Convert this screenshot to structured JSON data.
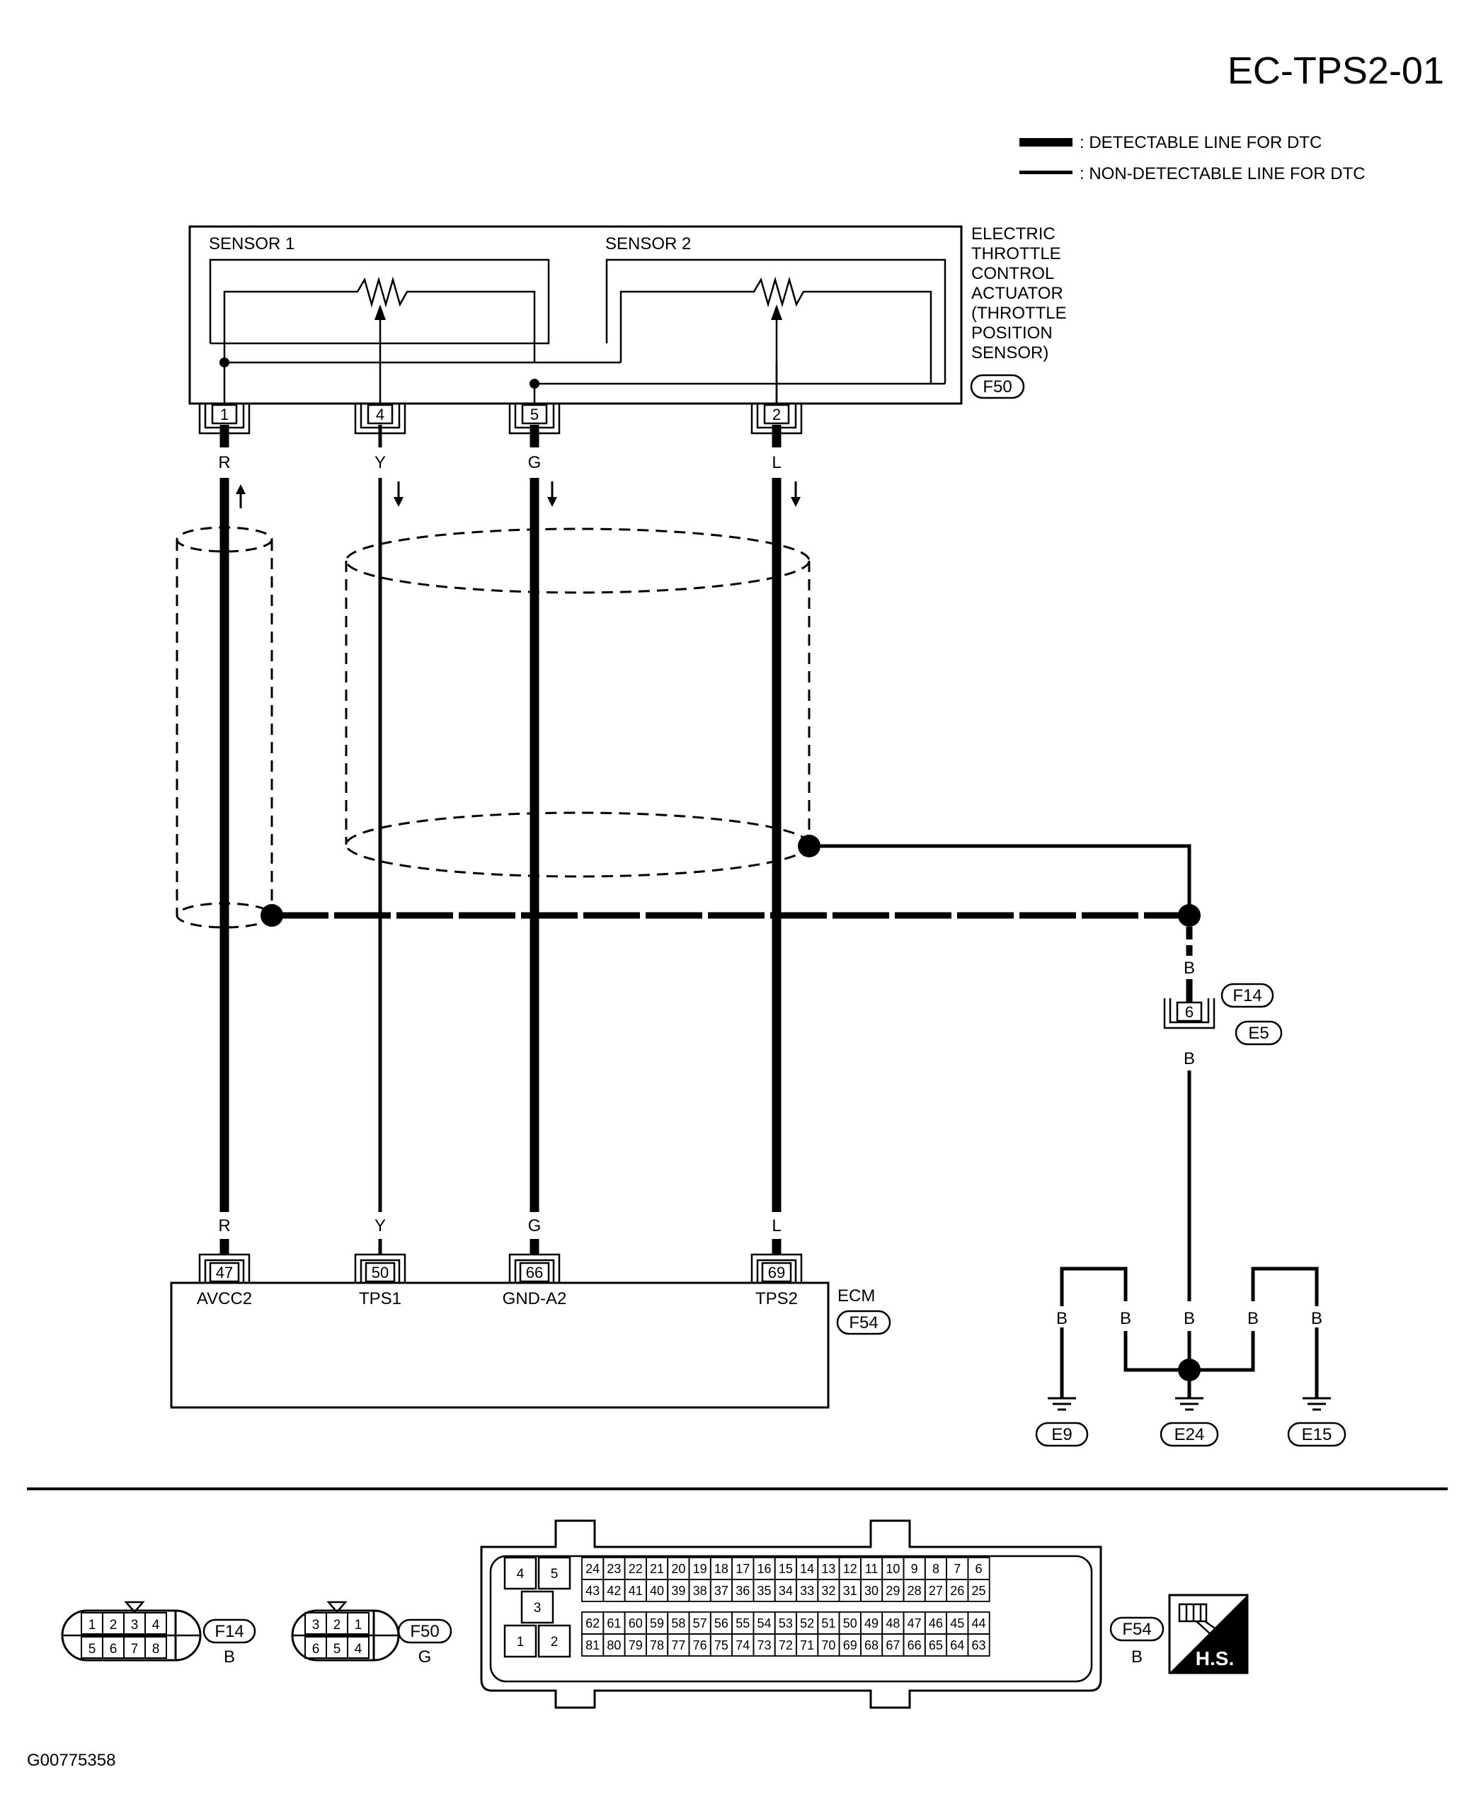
{
  "page_code": "EC-TPS2-01",
  "figure_id": "G00775358",
  "legend": {
    "detectable": ": DETECTABLE LINE FOR DTC",
    "non_detectable": ": NON-DETECTABLE LINE FOR DTC"
  },
  "actuator": {
    "name_lines": [
      "ELECTRIC",
      "THROTTLE",
      "CONTROL",
      "ACTUATOR",
      "(THROTTLE",
      "POSITION",
      "SENSOR)"
    ],
    "connector": "F50",
    "sensor1": "SENSOR 1",
    "sensor2": "SENSOR 2"
  },
  "wires": [
    {
      "pin_top": "1",
      "color": "R",
      "pin_ecm": "47",
      "signal": "AVCC2",
      "arrow": "up"
    },
    {
      "pin_top": "4",
      "color": "Y",
      "pin_ecm": "50",
      "signal": "TPS1",
      "arrow": "down"
    },
    {
      "pin_top": "5",
      "color": "G",
      "pin_ecm": "66",
      "signal": "GND-A2",
      "arrow": "down"
    },
    {
      "pin_top": "2",
      "color": "L",
      "pin_ecm": "69",
      "signal": "TPS2",
      "arrow": "down"
    }
  ],
  "ecm": {
    "name": "ECM",
    "connector": "F54"
  },
  "joint_connector": {
    "pin": "6",
    "connector_a": "F14",
    "connector_b": "E5",
    "wire_color": "B"
  },
  "grounds": {
    "wire_color": "B",
    "labels": [
      "E9",
      "E24",
      "E15"
    ]
  },
  "connector_views": {
    "f14": {
      "label": "F14",
      "color": "B",
      "pins_top": [
        "1",
        "2",
        "3",
        "4"
      ],
      "pins_bottom": [
        "5",
        "6",
        "7",
        "8"
      ]
    },
    "f50": {
      "label": "F50",
      "color": "G",
      "pins_top": [
        "3",
        "2",
        "1"
      ],
      "pins_bottom": [
        "6",
        "5",
        "4"
      ]
    },
    "f54": {
      "label": "F54",
      "color": "B",
      "left_block": [
        "4",
        "5",
        "3",
        "1",
        "2"
      ],
      "row1": [
        "24",
        "23",
        "22",
        "21",
        "20",
        "19",
        "18",
        "17",
        "16",
        "15",
        "14",
        "13",
        "12",
        "11",
        "10",
        "9",
        "8",
        "7",
        "6"
      ],
      "row2": [
        "43",
        "42",
        "41",
        "40",
        "39",
        "38",
        "37",
        "36",
        "35",
        "34",
        "33",
        "32",
        "31",
        "30",
        "29",
        "28",
        "27",
        "26",
        "25"
      ],
      "row3": [
        "62",
        "61",
        "60",
        "59",
        "58",
        "57",
        "56",
        "55",
        "54",
        "53",
        "52",
        "51",
        "50",
        "49",
        "48",
        "47",
        "46",
        "45",
        "44"
      ],
      "row4": [
        "81",
        "80",
        "79",
        "78",
        "77",
        "76",
        "75",
        "74",
        "73",
        "72",
        "71",
        "70",
        "69",
        "68",
        "67",
        "66",
        "65",
        "64",
        "63"
      ]
    }
  },
  "hs_badge": "H.S."
}
